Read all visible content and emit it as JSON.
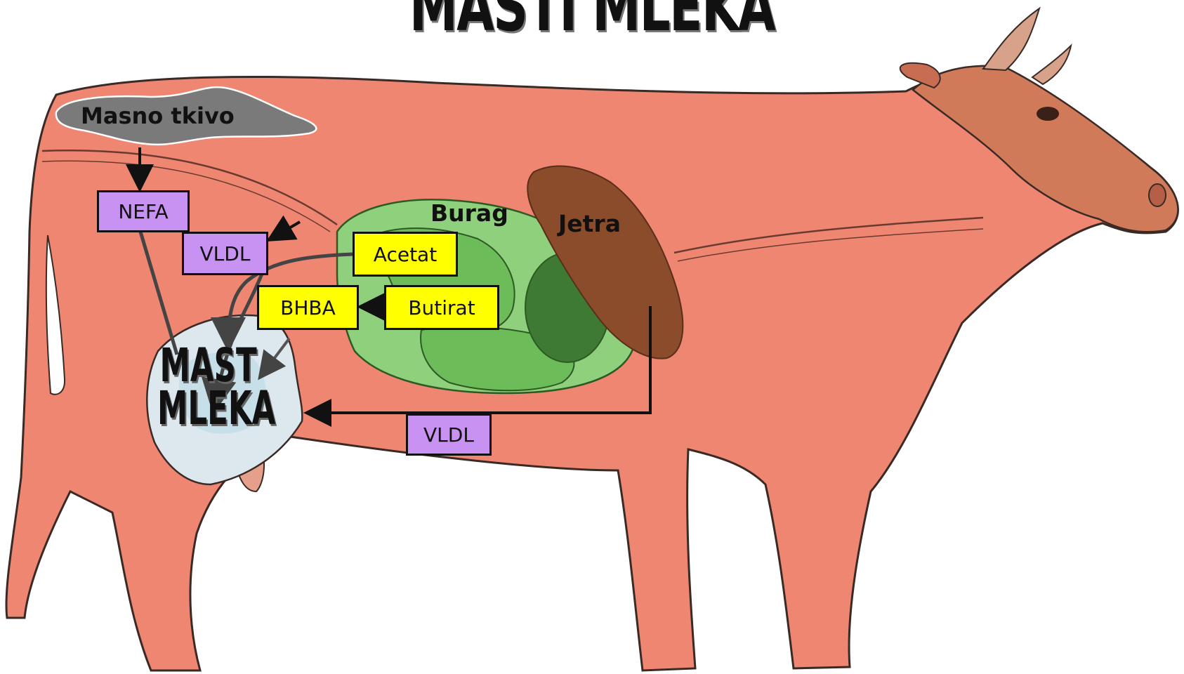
{
  "title": "MASTI MLEKA",
  "labels": {
    "adipose": "Masno tkivo",
    "rumen": "Burag",
    "liver": "Jetra",
    "udder_line1": "MAST",
    "udder_line2": "MLEKA"
  },
  "boxes": {
    "nefa": "NEFA",
    "vldl_top": "VLDL",
    "acetat": "Acetat",
    "bhba": "BHBA",
    "butirat": "Butirat",
    "vldl_bottom": "VLDL"
  },
  "colors": {
    "cow_body": "#ee8672",
    "cow_head": "#d07a5a",
    "adipose": "#7a7a7a",
    "rumen_light": "#8fd07d",
    "rumen_dark": "#3e7a33",
    "liver": "#8b4c2c",
    "udder": "#dde8ee",
    "box_purple": "#c792f2",
    "box_yellow": "#ffff00"
  }
}
